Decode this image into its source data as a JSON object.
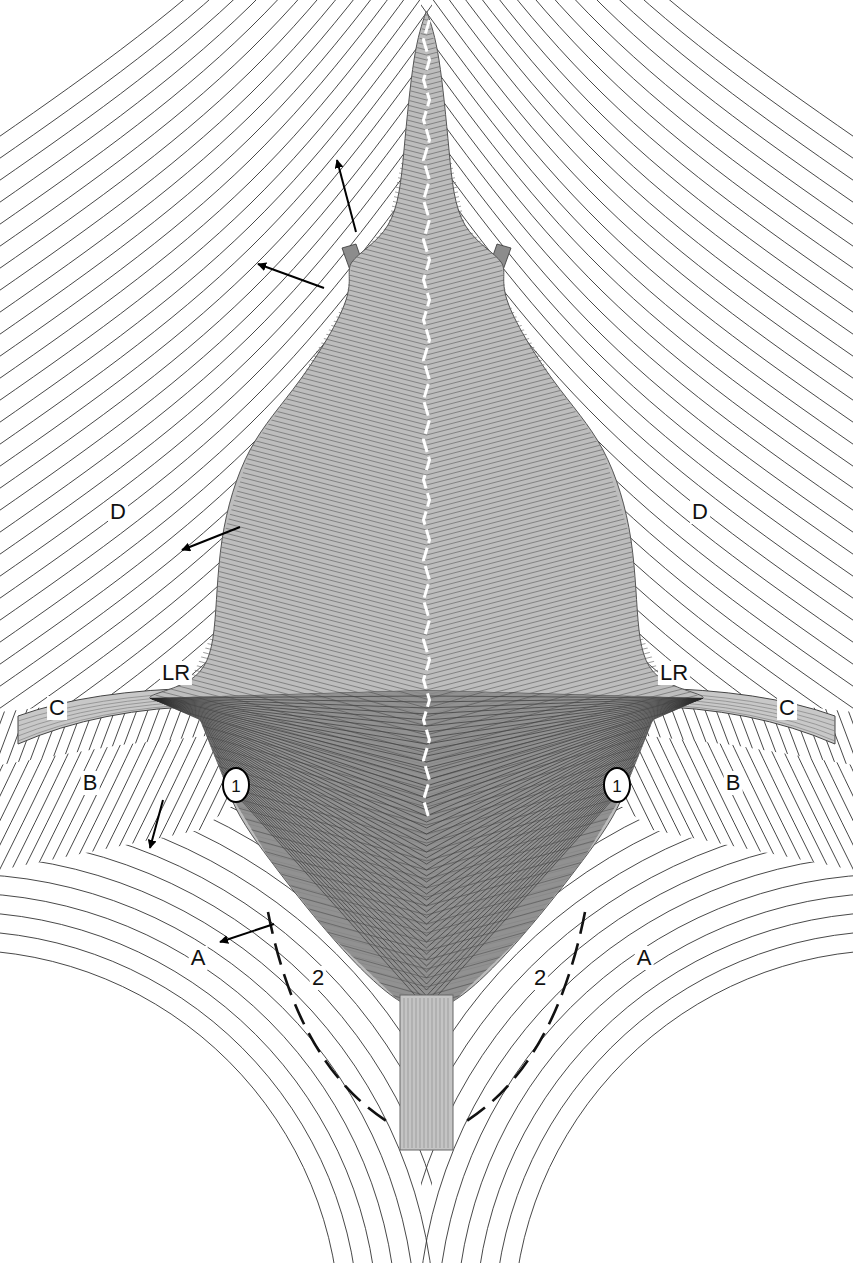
{
  "diagram": {
    "labels": [
      "D",
      "D",
      "LR",
      "LR",
      "C",
      "C",
      "B",
      "B",
      "1",
      "1",
      "A",
      "A",
      "2",
      "2"
    ]
  }
}
